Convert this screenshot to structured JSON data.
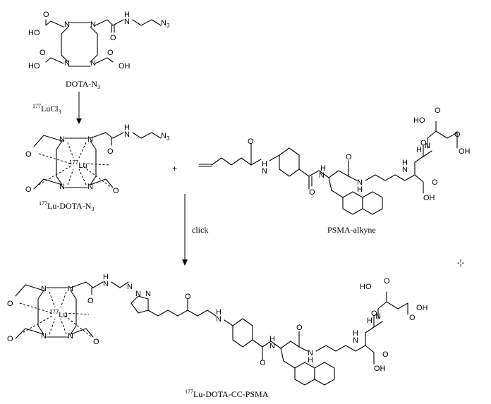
{
  "labels": {
    "dota_n3": {
      "sup": "",
      "main": "DOTA-N",
      "sub": "3"
    },
    "reagent": {
      "sup": "177",
      "main": "LuCl",
      "sub": "3"
    },
    "lu_dota_n3": {
      "sup": "177",
      "main": "Lu-DOTA-N",
      "sub": "3"
    },
    "plus": "+",
    "psma_alkyne": "PSMA-alkyne",
    "click": "click",
    "product": {
      "sup": "177",
      "main": "Lu-DOTA-CC-PSMA"
    },
    "lu_center": {
      "sup": "177",
      "main": "Lu"
    }
  },
  "atoms": {
    "N": "N",
    "N3": "N",
    "N3_sub": "3",
    "HO": "HO",
    "OH": "OH",
    "O": "O",
    "H": "H",
    "NH": "N",
    "COOH_HO": "HO",
    "triazole_N": "N"
  },
  "cursor_symbol": "-¦-"
}
